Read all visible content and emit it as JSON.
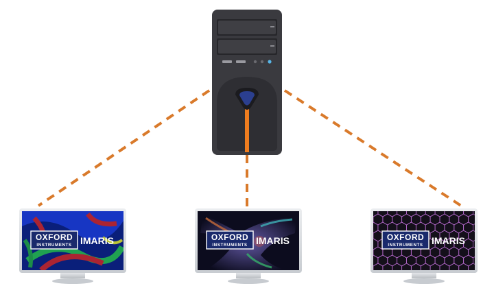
{
  "logo": {
    "brand_top": "OXFORD",
    "brand_bottom": "INSTRUMENTS",
    "product": "IMARIS"
  },
  "colors": {
    "connector": "#d97a2b",
    "server_body": "#3a3a3f",
    "server_front": "#2e2e33",
    "server_accent": "#ef7d1f",
    "power_button": "#2b3f8f",
    "monitor_frame": "#cfd2d6",
    "screen_left": "#0a1f7a",
    "screen_middle": "#0c0c1e",
    "screen_right": "#14101a"
  },
  "icons": [
    "server-tower-icon",
    "monitor-icon"
  ],
  "monitors": [
    {
      "name": "left",
      "screen_theme": "blue-cell-tissue"
    },
    {
      "name": "middle",
      "screen_theme": "neuron-cluster"
    },
    {
      "name": "right",
      "screen_theme": "hexagonal-network"
    }
  ]
}
